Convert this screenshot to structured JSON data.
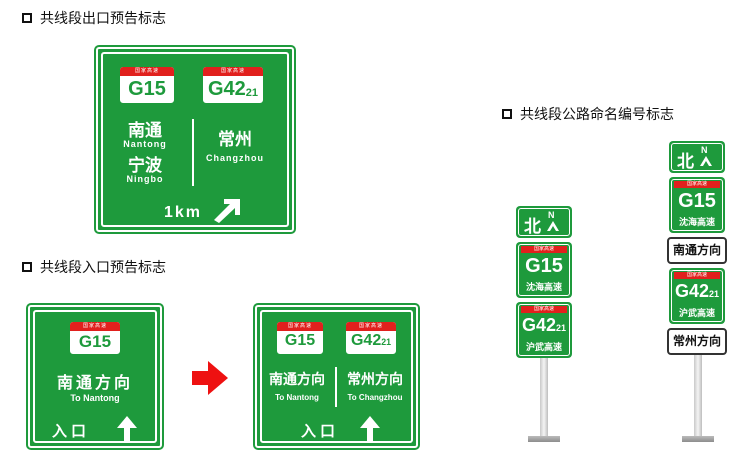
{
  "headings": {
    "exit": "共线段出口预告标志",
    "entry": "共线段入口预告标志",
    "naming": "共线段公路命名编号标志"
  },
  "shield_cap": "国家高速",
  "exit_sign": {
    "shield_1": "G15",
    "shield_2_main": "G42",
    "shield_2_sub": "21",
    "left_cn_1": "南通",
    "left_en_1": "Nantong",
    "left_cn_2": "宁波",
    "left_en_2": "Ningbo",
    "right_cn": "常州",
    "right_en": "Changzhou",
    "distance": "1km"
  },
  "entry_sign_1": {
    "shield": "G15",
    "dest_cn": "南通方向",
    "dest_en": "To Nantong",
    "entrance": "入口"
  },
  "entry_sign_2": {
    "shield_1": "G15",
    "shield_2_main": "G42",
    "shield_2_sub": "21",
    "left_cn": "南通方向",
    "left_en": "To Nantong",
    "right_cn": "常州方向",
    "right_en": "To Changzhou",
    "entrance": "入口"
  },
  "pole_1": {
    "direction_cn": "北",
    "direction_en": "N",
    "route_1": "G15",
    "route_1_name": "沈海高速",
    "route_2_main": "G42",
    "route_2_sub": "21",
    "route_2_name": "沪武高速"
  },
  "pole_2": {
    "direction_cn": "北",
    "direction_en": "N",
    "route_1": "G15",
    "route_1_name": "沈海高速",
    "plate_1": "南通方向",
    "route_2_main": "G42",
    "route_2_sub": "21",
    "route_2_name": "沪武高速",
    "plate_2": "常州方向"
  },
  "colors": {
    "sign_green": "#1e9a3c",
    "cap_red": "#e1201d",
    "arrow_red": "#ee1111"
  }
}
